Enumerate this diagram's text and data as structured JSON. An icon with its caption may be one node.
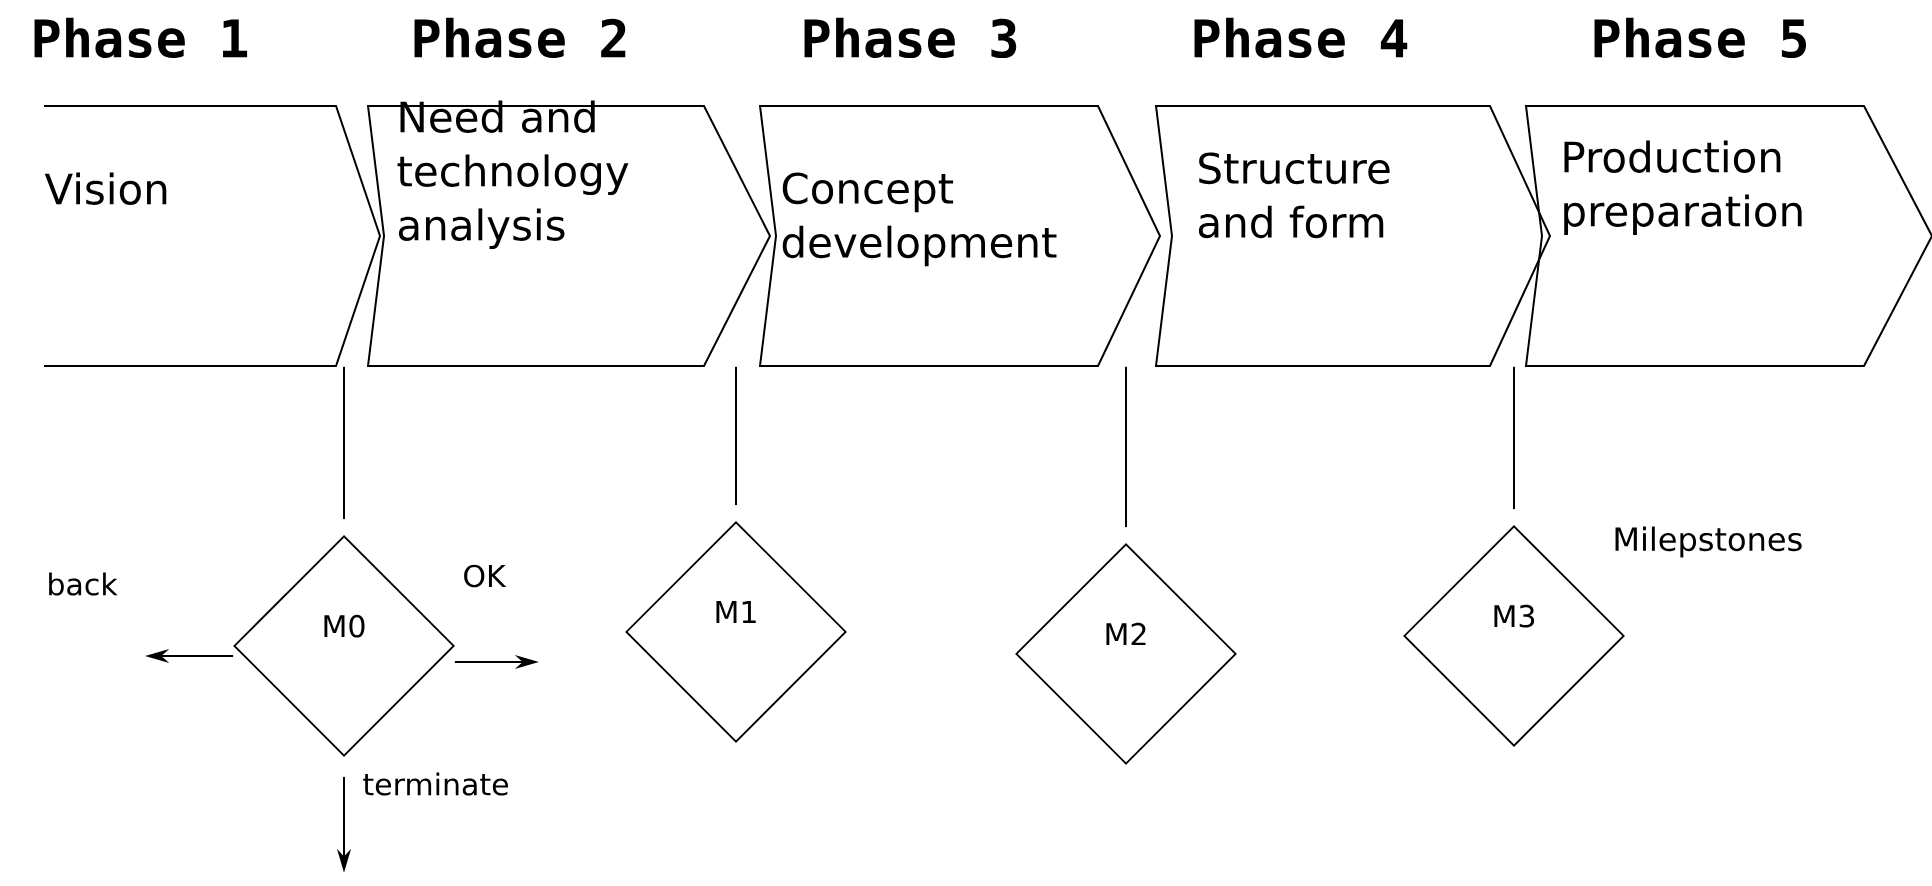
{
  "diagram": {
    "nodes": [
      {
        "text": [
          "Phase 1",
          "Vision"
        ]
      },
      {
        "text": [
          "Phase 2",
          "Need and technology analysis"
        ]
      },
      {
        "text": [
          "Phase 3",
          "Concept development"
        ]
      },
      {
        "text": [
          "Phase 4",
          "Structure and form"
        ]
      },
      {
        "text": [
          "Phase 5",
          "Production preparation"
        ]
      },
      {
        "text": [
          "M0"
        ]
      },
      {
        "text": [
          "M1"
        ]
      },
      {
        "text": [
          "M2"
        ]
      },
      {
        "text": [
          "M3"
        ]
      }
    ],
    "edges": [
      {
        "from": 0,
        "to": 5,
        "arrow": "none"
      },
      {
        "from": 1,
        "to": 6,
        "arrow": "none"
      },
      {
        "from": 2,
        "to": 7,
        "arrow": "none"
      },
      {
        "from": 3,
        "to": 8,
        "arrow": "none"
      },
      {
        "from": 5,
        "to": null,
        "arrow": "to",
        "label": "back"
      },
      {
        "from": 5,
        "to": null,
        "arrow": "to",
        "label": "OK"
      },
      {
        "from": 5,
        "to": null,
        "arrow": "to",
        "label": "terminate"
      }
    ],
    "labels": [
      "Milepstones"
    ]
  }
}
